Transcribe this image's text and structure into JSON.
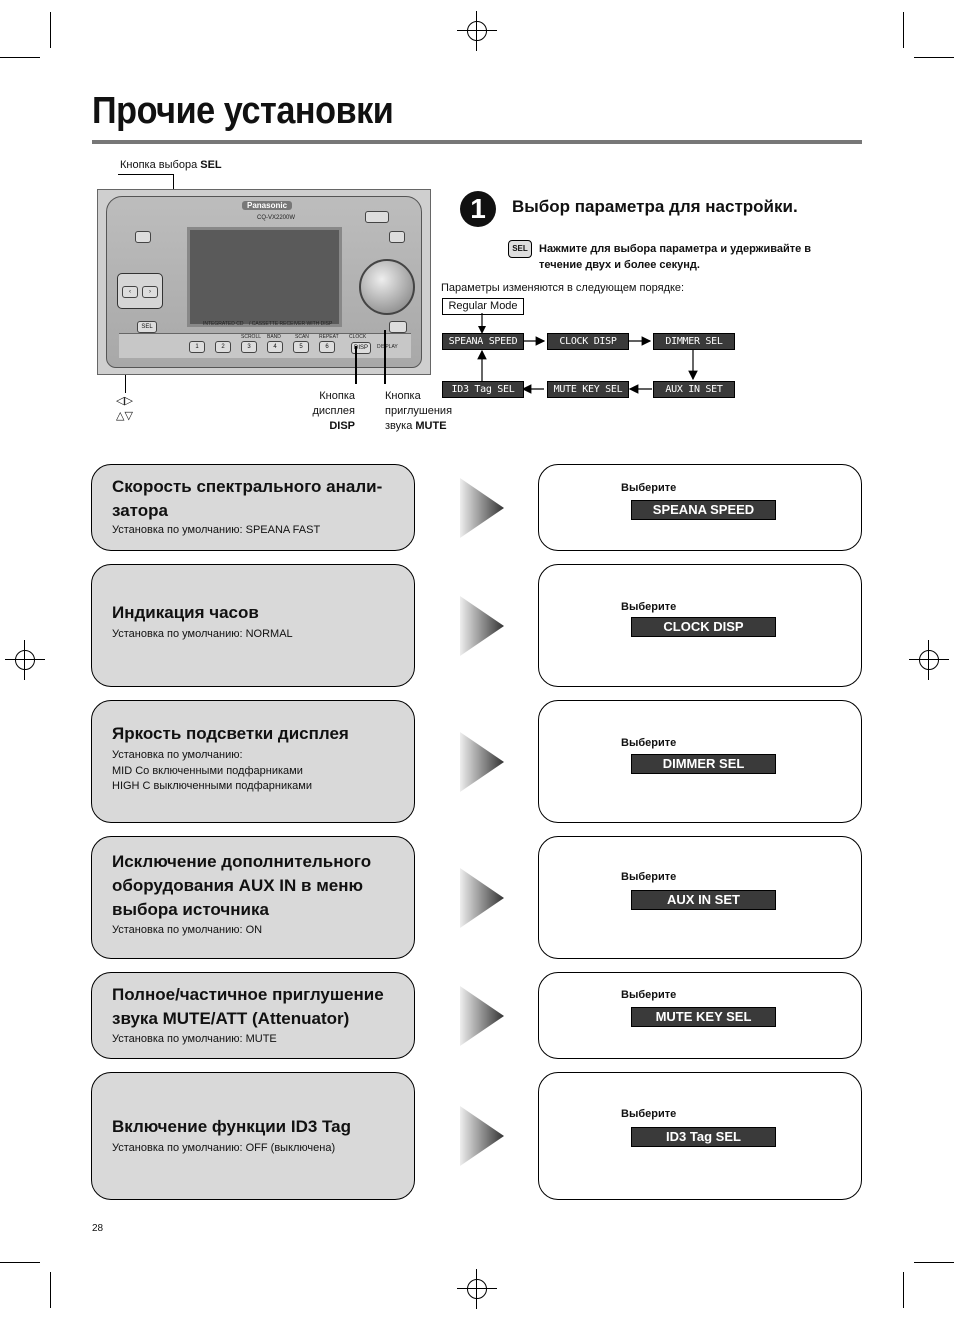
{
  "title": "Прочие установки",
  "radio": {
    "sel_callout_prefix": "Кнопка выбора ",
    "sel_callout_bold": "SEL",
    "brand": "Panasonic",
    "model": "CQ-VX2200W",
    "panel_texts": [
      "INTEGRATED CD",
      "/ CASSETTE RECEIVER WITH DISP"
    ],
    "preset_buttons": [
      "1",
      "2",
      "3",
      "4",
      "5",
      "6"
    ],
    "preset_labels": [
      "SCROLL",
      "BAND",
      "SCAN",
      "REPEAT",
      "CLOCK"
    ],
    "disp_label": "DISP",
    "display_label": "DISPLAY",
    "sel_key": "SEL",
    "mute_key": "MUTE",
    "arrow_symbols_line1": "◁▷",
    "arrow_symbols_line2": "△▽",
    "disp_callout": [
      "Кнопка",
      "дисплея"
    ],
    "disp_callout_bold": "DISP",
    "mute_callout": [
      "Кнопка",
      "приглушения",
      "звука "
    ],
    "mute_callout_bold": "MUTE"
  },
  "step": {
    "number": "1",
    "heading": "Выбор параметра для настройки.",
    "key_label": "SEL",
    "instruction": "Нажмите для выбора параметра и удерживайте в течение двух и более секунд.",
    "order_text": "Параметры изменяются в следующем порядке:",
    "start_mode": "Regular  Mode",
    "flow": [
      "SPEANA SPEED",
      "CLOCK DISP",
      "DIMMER SEL",
      "AUX IN SET",
      "MUTE KEY SEL",
      "ID3 Tag SEL"
    ]
  },
  "choose_label": "Выберите",
  "settings": [
    {
      "title": "Скорость спектрального анали-затора",
      "lines": [
        "Установка по умолчанию: SPEANA FAST"
      ],
      "display": "SPEANA SPEED"
    },
    {
      "title": "Индикация часов",
      "lines": [
        "Установка по умолчанию: NORMAL"
      ],
      "display": "CLOCK DISP"
    },
    {
      "title": "Яркость подсветки дисплея",
      "lines": [
        "Установка по умолчанию:",
        "MID   Со включенными подфарниками",
        "HIGH С выключенными подфарниками"
      ],
      "display": "DIMMER SEL"
    },
    {
      "title": "Исключение дополнительного оборудования AUX IN в меню выбора источника",
      "lines": [
        "Установка по умолчанию: ON"
      ],
      "display": "AUX IN SET"
    },
    {
      "title": "Полное/частичное приглушение звука MUTE/ATT (Attenuator)",
      "lines": [
        "Установка по умолчанию: MUTE"
      ],
      "display": "MUTE KEY SEL"
    },
    {
      "title": "Включение функции ID3 Tag",
      "lines": [
        "Установка по умолчанию: OFF (выключена)"
      ],
      "display": "ID3 Tag SEL"
    }
  ],
  "page_number": "28"
}
